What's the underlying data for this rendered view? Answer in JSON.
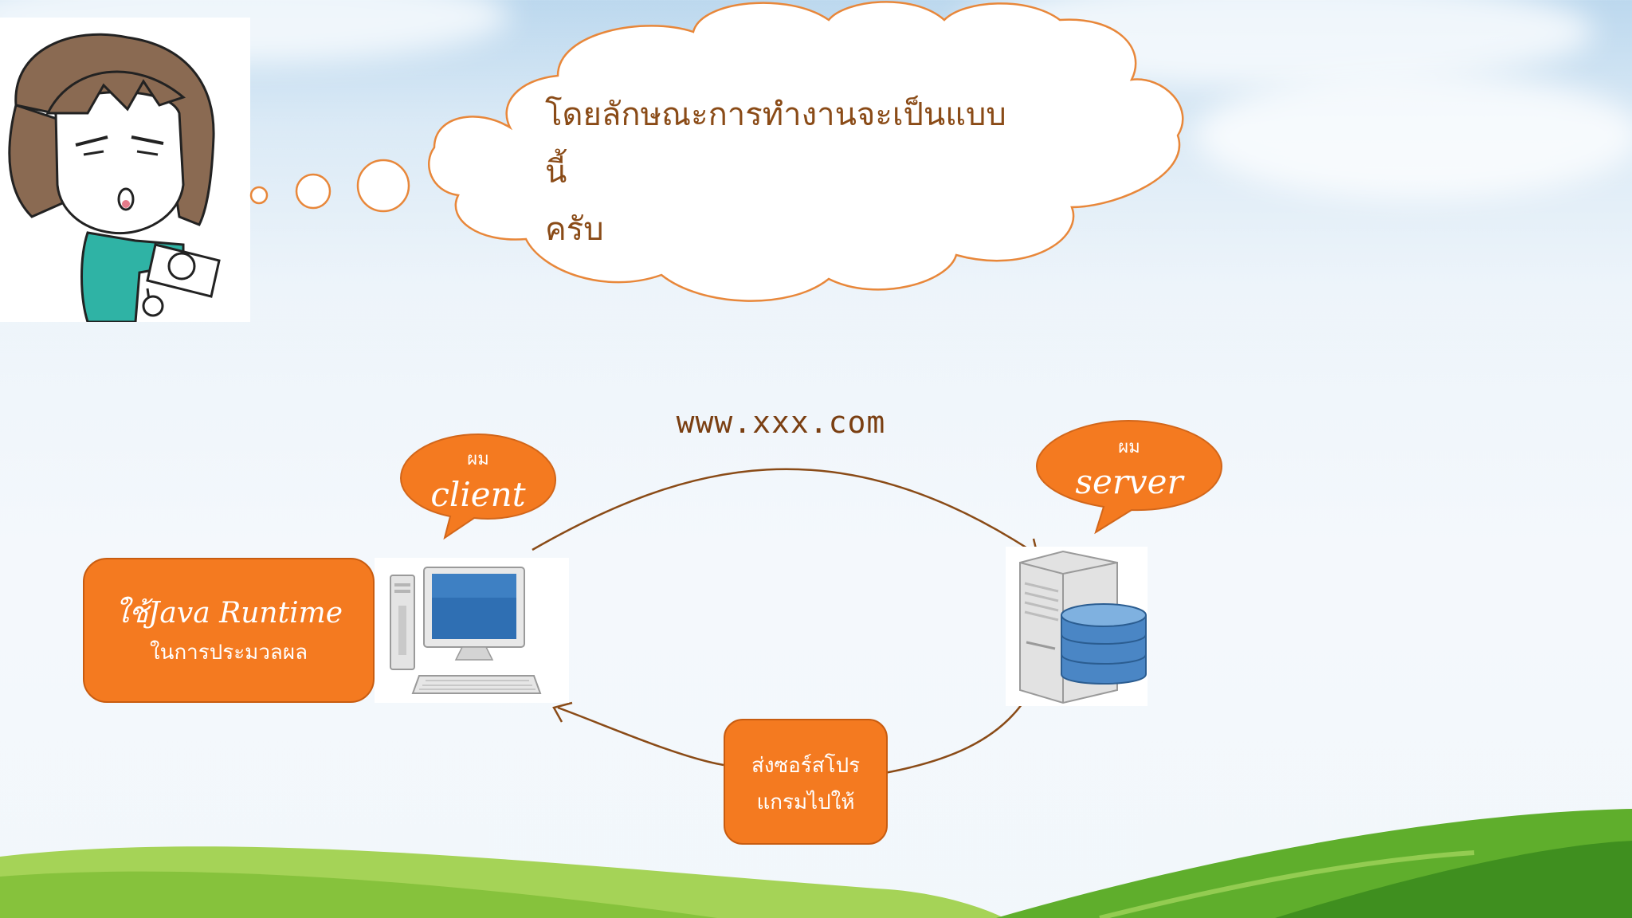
{
  "thought": {
    "line1": "โดยลักษณะการทำงานจะเป็นแบบนี้",
    "line2": "ครับ"
  },
  "diagram": {
    "url": "www.xxx.com",
    "client_bubble": {
      "small": "ผม",
      "big": "client"
    },
    "server_bubble": {
      "small": "ผม",
      "big": "server"
    },
    "runtime_box": {
      "line1": "ใช้Java Runtime",
      "line2": "ในการประมวลผล"
    },
    "source_box": {
      "line1": "ส่งซอร์สโปร",
      "line2": "แกรมไปให้"
    }
  },
  "colors": {
    "accent_orange": "#f47a20",
    "cloud_outline": "#e8873a",
    "arrow": "#8a4b17",
    "grass_light": "#9fd14a",
    "grass_dark": "#3f8f1f"
  },
  "icons": {
    "character": "girl-cartoon-icon",
    "client": "desktop-computer-icon",
    "server": "database-server-icon"
  }
}
